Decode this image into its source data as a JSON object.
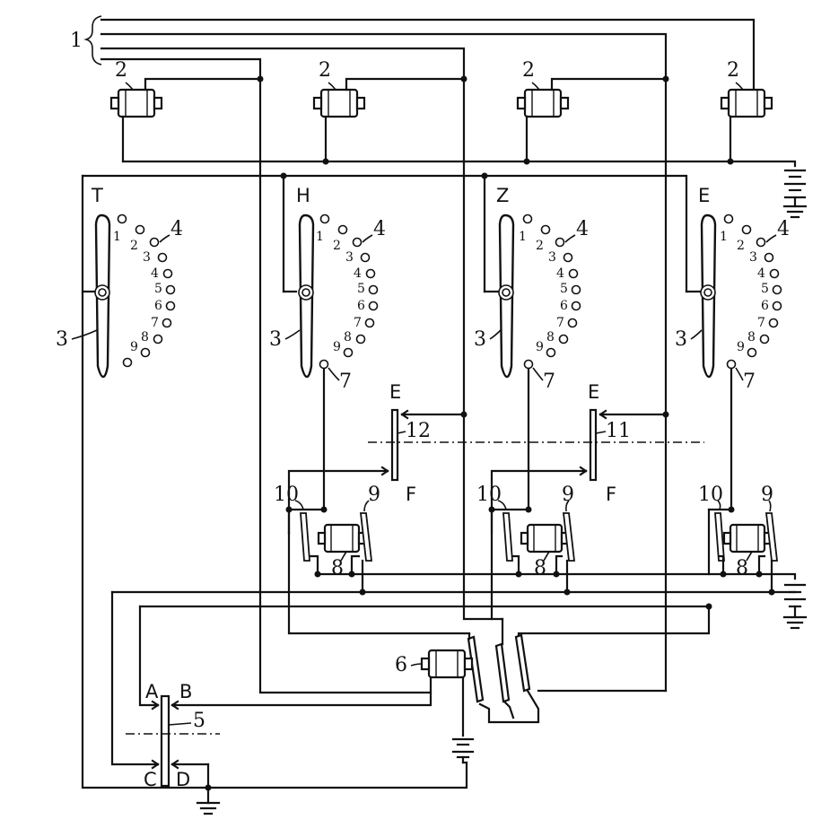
{
  "labels": {
    "lines": "1",
    "relay": "2",
    "arm": "3",
    "contacts": "4",
    "switch_main": "5",
    "magnet_main": "6",
    "contact_seven": "7",
    "magnet_small": "8",
    "spring_right": "9",
    "spring_left": "10",
    "switch_z": "11",
    "switch_h": "12",
    "switch_top": "E",
    "switch_bottom": "F",
    "a": "A",
    "b": "B",
    "c": "C",
    "d": "D"
  },
  "units": [
    {
      "letter": "T"
    },
    {
      "letter": "H"
    },
    {
      "letter": "Z"
    },
    {
      "letter": "E"
    }
  ],
  "contact_numbers": [
    "1",
    "2",
    "3",
    "4",
    "5",
    "6",
    "7",
    "8",
    "9"
  ]
}
